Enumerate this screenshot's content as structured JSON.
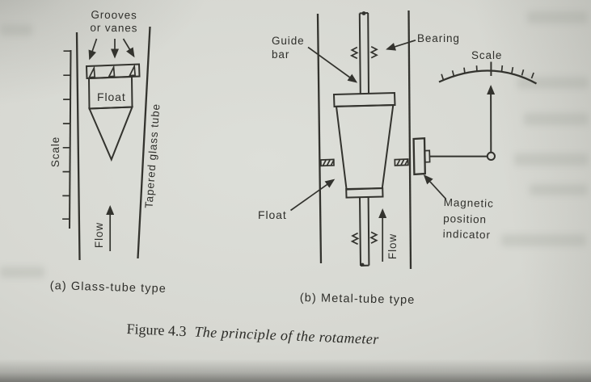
{
  "page": {
    "figure_caption": {
      "prefix": "Figure 4.3",
      "title": "The principle of the rotameter"
    }
  },
  "diagram_a": {
    "caption": "(a) Glass-tube type",
    "labels": {
      "grooves_or_vanes": "Grooves\nor vanes",
      "float": "Float",
      "scale": "Scale",
      "tapered_glass_tube": "Tapered glass tube",
      "flow": "Flow"
    }
  },
  "diagram_b": {
    "caption": "(b) Metal-tube type",
    "labels": {
      "guide_bar": "Guide\nbar",
      "bearing": "Bearing",
      "scale": "Scale",
      "float": "Float",
      "magnetic_position_indicator": "Magnetic\nposition\nindicator",
      "flow": "Flow"
    }
  },
  "colors": {
    "paper": "#d8d9d3",
    "ink": "#33332e"
  }
}
